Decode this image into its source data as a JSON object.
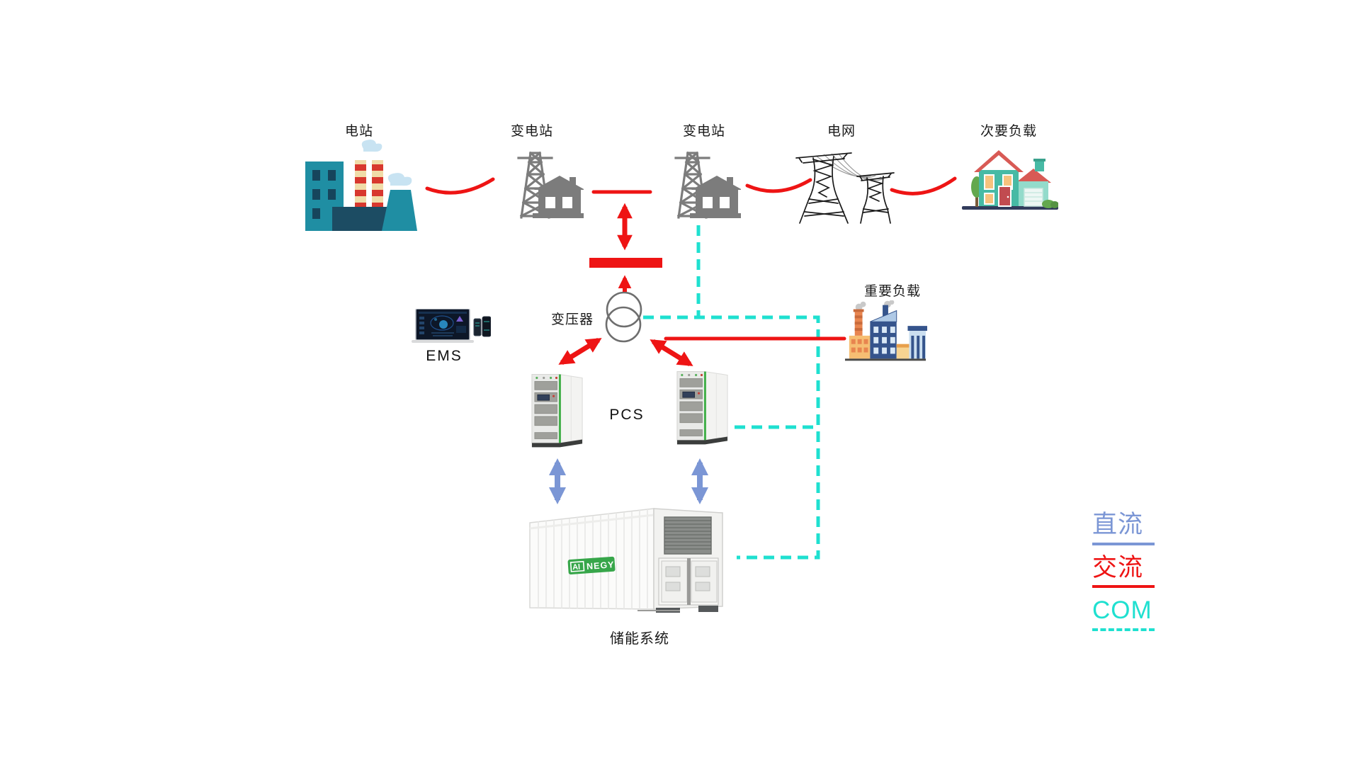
{
  "diagram_nodes": {
    "power_station": {
      "label": "电站",
      "icon": "power-plant-icon"
    },
    "substation_left": {
      "label": "变电站",
      "icon": "transmission-tower-house-icon"
    },
    "substation_right": {
      "label": "变电站",
      "icon": "transmission-tower-house-icon"
    },
    "grid": {
      "label": "电网",
      "icon": "transmission-towers-icon"
    },
    "secondary_load": {
      "label": "次要负载",
      "icon": "house-icon"
    },
    "important_load": {
      "label": "重要负载",
      "icon": "factory-icon"
    },
    "ems": {
      "label": "EMS",
      "icon": "laptop-and-phones-icon"
    },
    "transformer": {
      "label": "变压器",
      "icon": "two-overlapping-circles-icon"
    },
    "pcs": {
      "label": "PCS",
      "icon": "power-conversion-cabinet-icon"
    },
    "storage": {
      "label": "储能系统",
      "icon": "battery-container-icon",
      "logo_box": "AI",
      "logo_text": "NEGY"
    }
  },
  "legend": {
    "dc": {
      "label": "直流",
      "color": "#7B96D5",
      "line_style": "solid"
    },
    "ac": {
      "label": "交流",
      "color": "#EE1414",
      "line_style": "solid"
    },
    "com": {
      "label": "COM",
      "color": "#1FE0D0",
      "line_style": "dashed"
    }
  },
  "connections": [
    {
      "from": "电站",
      "to": "变电站",
      "type": "交流"
    },
    {
      "from": "变电站",
      "to": "变电站",
      "type": "交流"
    },
    {
      "from": "变电站",
      "to": "电网",
      "type": "交流"
    },
    {
      "from": "电网",
      "to": "次要负载",
      "type": "交流"
    },
    {
      "from": "变电站",
      "to": "变压器",
      "type": "交流"
    },
    {
      "from": "变压器",
      "to": "PCS",
      "type": "交流"
    },
    {
      "from": "重要负载",
      "to": "PCS",
      "type": "交流"
    },
    {
      "from": "PCS",
      "to": "储能系统",
      "type": "直流"
    },
    {
      "from": "变电站",
      "to": "COM总线",
      "type": "COM"
    },
    {
      "from": "变压器",
      "to": "COM总线",
      "type": "COM"
    },
    {
      "from": "PCS",
      "to": "COM总线",
      "type": "COM"
    },
    {
      "from": "储能系统",
      "to": "COM总线",
      "type": "COM"
    }
  ],
  "colors": {
    "background": "#FFFFFF",
    "ac_red": "#EE1414",
    "dc_blue": "#7B96D5",
    "com_teal": "#1FE0D0",
    "label_text": "#1A1A1A",
    "transformer_gray": "#6E6E6E",
    "logo_green": "#37A64A"
  }
}
